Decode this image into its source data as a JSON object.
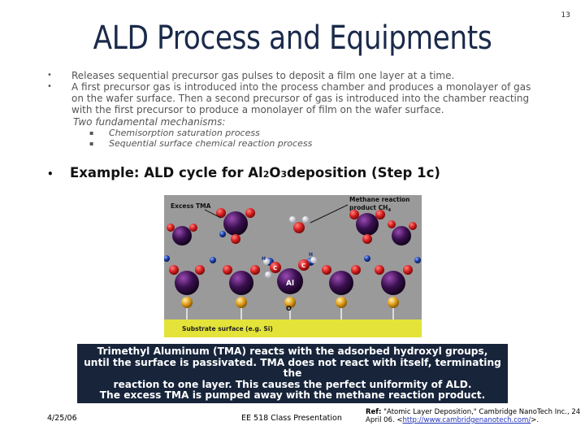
{
  "slide_number": "13",
  "title": "ALD Process and Equipments",
  "bullets": [
    "Releases sequential precursor gas pulses to deposit a film one layer at a time.",
    "A first precursor gas is introduced into the process chamber and produces a monolayer of gas on the wafer surface.  Then a second precursor of gas is introduced into the chamber reacting with the first precursor to produce a monolayer of film on the wafer surface."
  ],
  "sub_heading": "Two fundamental mechanisms:",
  "sub_items": [
    "Chemisorption saturation process",
    "Sequential surface chemical reaction process"
  ],
  "example": {
    "prefix": "Example: ALD cycle for Al",
    "sub1": "2",
    "mid": "O",
    "sub2": "3",
    "suffix": " deposition (Step 1c)"
  },
  "figure": {
    "label_excess_tma": "Excess TMA",
    "label_methane_line1": "Methane reaction",
    "label_methane_line2": "product CH",
    "label_methane_sub": "4",
    "label_al": "Al",
    "label_o": "O",
    "label_h": "H",
    "label_c": "C",
    "label_substrate": "Substrate surface (e.g. Si)"
  },
  "caption_lines": [
    "Trimethyl Aluminum (TMA) reacts with the adsorbed hydroxyl groups,",
    "until the surface is passivated. TMA does not react with itself, terminating the",
    "reaction to one layer. This causes the perfect uniformity of ALD.",
    "The excess TMA is pumped away with the methane reaction product."
  ],
  "footer": {
    "date": "4/25/06",
    "center": "EE 518 Class Presentation",
    "ref_label": "Ref:",
    "ref_text": " \"Atomic Layer Deposition,\" Cambridge NanoTech Inc., 24 April 06. <",
    "ref_link": "http://www.cambridgenanotech.com/",
    "ref_end": ">."
  },
  "colors": {
    "title": "#1a2a4a",
    "figure_bg": "#9a9a9a",
    "substrate": "#e3e33a",
    "caption_bg": "#17243a",
    "oxygen_red": "#d62020",
    "aluminum_purple": "#3a1050",
    "carbon_blue": "#1b3fa5"
  }
}
